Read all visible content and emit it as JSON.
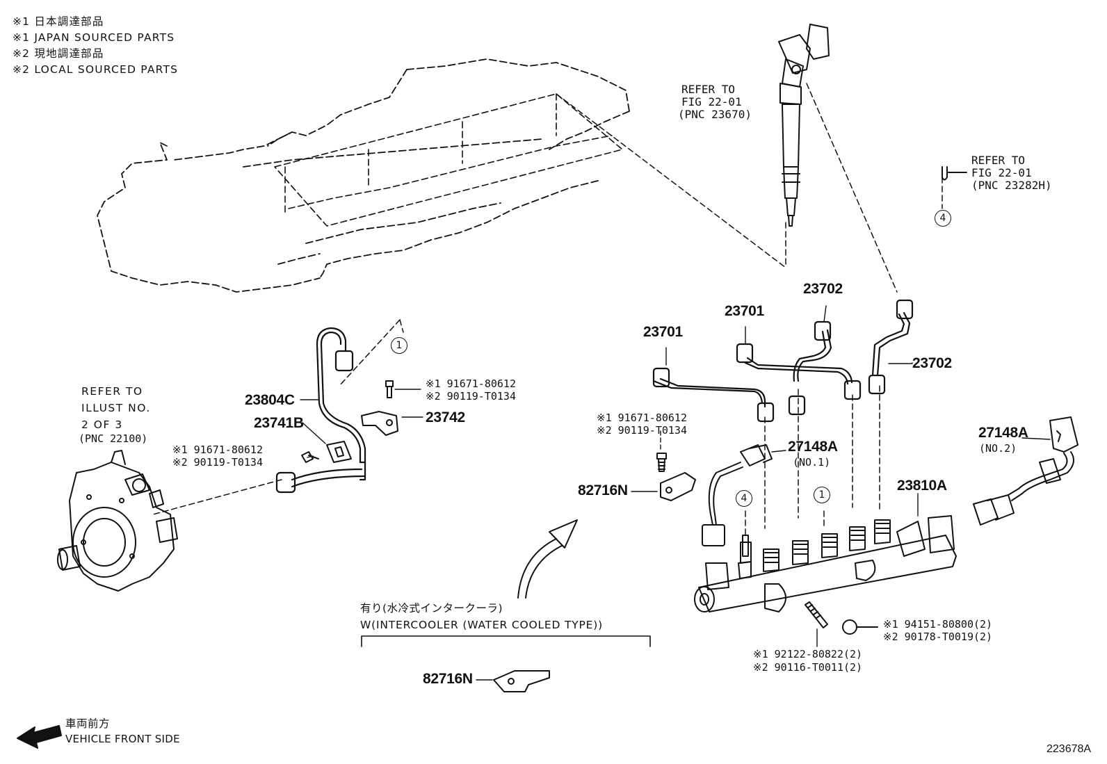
{
  "notes": {
    "n1_jp": "※1 日本調達部品",
    "n1_en": "※1 JAPAN SOURCED PARTS",
    "n2_jp": "※2 現地調達部品",
    "n2_en": "※2 LOCAL SOURCED PARTS"
  },
  "refs": {
    "injector": [
      "REFER TO",
      "FIG 22-01",
      "(PNC 23670)"
    ],
    "clamp": [
      "REFER TO",
      "FIG 22-01",
      "(PNC 23282H)"
    ],
    "pump": [
      "REFER TO",
      "ILLUST NO.",
      "2 OF 3",
      "(PNC 22100)"
    ]
  },
  "parts": {
    "p23701_a": "23701",
    "p23701_b": "23701",
    "p23702_a": "23702",
    "p23702_b": "23702",
    "p23804C": "23804C",
    "p23741B": "23741B",
    "p23742": "23742",
    "p27148A_1": "27148A",
    "p27148A_1_sub": "(NO.1)",
    "p27148A_2": "27148A",
    "p27148A_2_sub": "(NO.2)",
    "p23810A": "23810A",
    "p82716N_a": "82716N",
    "p82716N_b": "82716N"
  },
  "bolts": {
    "b1": [
      "※1 91671-80612",
      "※2 90119-T0134"
    ],
    "b2": [
      "※1 91671-80612",
      "※2 90119-T0134"
    ],
    "b3": [
      "※1 91671-80612",
      "※2 90119-T0134"
    ],
    "stud": [
      "※1 92122-80822(2)",
      "※2 90116-T0011(2)"
    ],
    "nut": [
      "※1 94151-80800(2)",
      "※2 90178-T0019(2)"
    ]
  },
  "callouts": {
    "c1": "1",
    "c4": "4"
  },
  "intercooler": {
    "jp": "有り(水冷式インタークーラ)",
    "en": "W(INTERCOOLER (WATER COOLED TYPE))"
  },
  "front": {
    "jp": "車両前方",
    "en": "VEHICLE FRONT SIDE"
  },
  "figure_id": "223678A"
}
